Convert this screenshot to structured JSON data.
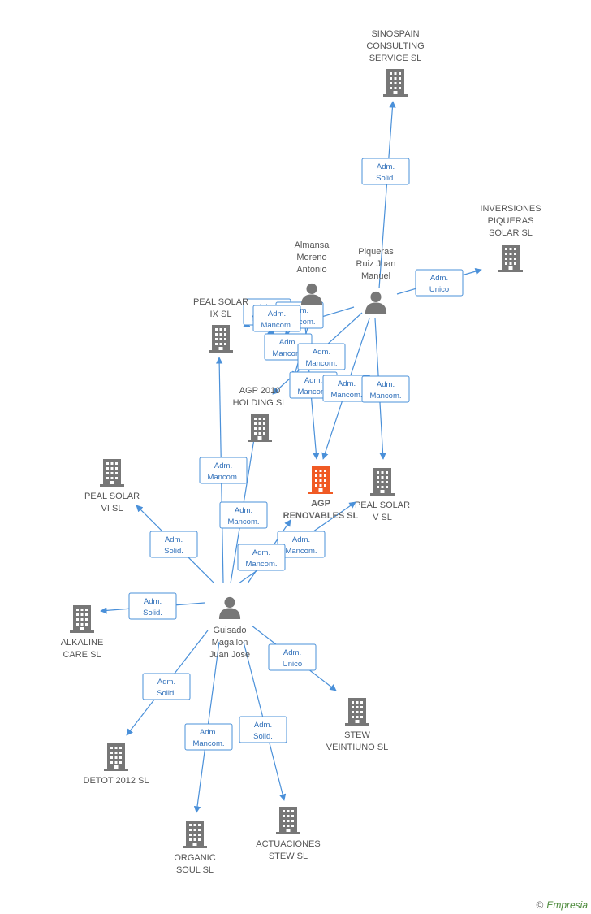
{
  "colors": {
    "edge": "#4a90d9",
    "company": "#777777",
    "main_company": "#f05a24",
    "person": "#777777"
  },
  "nodes": [
    {
      "id": "sinospain",
      "type": "company",
      "label": [
        "SINOSPAIN",
        "CONSULTING",
        "SERVICE  SL"
      ]
    },
    {
      "id": "inversiones",
      "type": "company",
      "label": [
        "INVERSIONES",
        "PIQUERAS",
        "SOLAR SL"
      ]
    },
    {
      "id": "almansa",
      "type": "person",
      "label": [
        "Almansa",
        "Moreno",
        "Antonio"
      ]
    },
    {
      "id": "piqueras",
      "type": "person",
      "label": [
        "Piqueras",
        "Ruiz Juan",
        "Manuel"
      ]
    },
    {
      "id": "peal9",
      "type": "company",
      "label": [
        "PEAL SOLAR",
        "IX SL"
      ]
    },
    {
      "id": "agp2010",
      "type": "company",
      "label": [
        "AGP 2010",
        "HOLDING SL"
      ]
    },
    {
      "id": "peal6",
      "type": "company",
      "label": [
        "PEAL SOLAR",
        "VI SL"
      ]
    },
    {
      "id": "agp",
      "type": "main",
      "label": [
        "AGP",
        "RENOVABLES SL"
      ]
    },
    {
      "id": "peal5",
      "type": "company",
      "label": [
        "PEAL SOLAR",
        "V SL"
      ]
    },
    {
      "id": "alkaline",
      "type": "company",
      "label": [
        "ALKALINE",
        "CARE  SL"
      ]
    },
    {
      "id": "guisado",
      "type": "person",
      "label": [
        "Guisado",
        "Magallon",
        "Juan Jose"
      ]
    },
    {
      "id": "stew21",
      "type": "company",
      "label": [
        "STEW",
        "VEINTIUNO SL"
      ]
    },
    {
      "id": "detot",
      "type": "company",
      "label": [
        "DETOT 2012 SL"
      ]
    },
    {
      "id": "organic",
      "type": "company",
      "label": [
        "ORGANIC",
        "SOUL  SL"
      ]
    },
    {
      "id": "actuaciones",
      "type": "company",
      "label": [
        "ACTUACIONES",
        "STEW SL"
      ]
    }
  ],
  "relations": [
    {
      "lines": [
        "Adm.",
        "Solid."
      ]
    },
    {
      "lines": [
        "Adm.",
        "Unico"
      ]
    },
    {
      "lines": [
        "Adm.",
        "Mancom."
      ]
    },
    {
      "lines": [
        "Adm.",
        "Mancom."
      ]
    },
    {
      "lines": [
        "Adm.",
        "Mancom."
      ]
    },
    {
      "lines": [
        "Adm.",
        "Mancom."
      ]
    },
    {
      "lines": [
        "Adm.",
        "Mancom."
      ]
    },
    {
      "lines": [
        "Adm.",
        "Mancom."
      ]
    },
    {
      "lines": [
        "Adm.",
        "Mancom."
      ]
    },
    {
      "lines": [
        "Adm.",
        "Mancom."
      ]
    },
    {
      "lines": [
        "Adm.",
        "Solid."
      ]
    },
    {
      "lines": [
        "Adm.",
        "Mancom."
      ]
    },
    {
      "lines": [
        "Adm.",
        "Mancom."
      ]
    },
    {
      "lines": [
        "Adm.",
        "Mancom."
      ]
    },
    {
      "lines": [
        "Adm.",
        "Mancom."
      ]
    },
    {
      "lines": [
        "Adm.",
        "Solid."
      ]
    },
    {
      "lines": [
        "Adm.",
        "Unico"
      ]
    },
    {
      "lines": [
        "Adm.",
        "Solid."
      ]
    },
    {
      "lines": [
        "Adm.",
        "Mancom."
      ]
    },
    {
      "lines": [
        "Adm.",
        "Solid."
      ]
    }
  ],
  "brand": {
    "symbol": "©",
    "name": "Empresia"
  }
}
